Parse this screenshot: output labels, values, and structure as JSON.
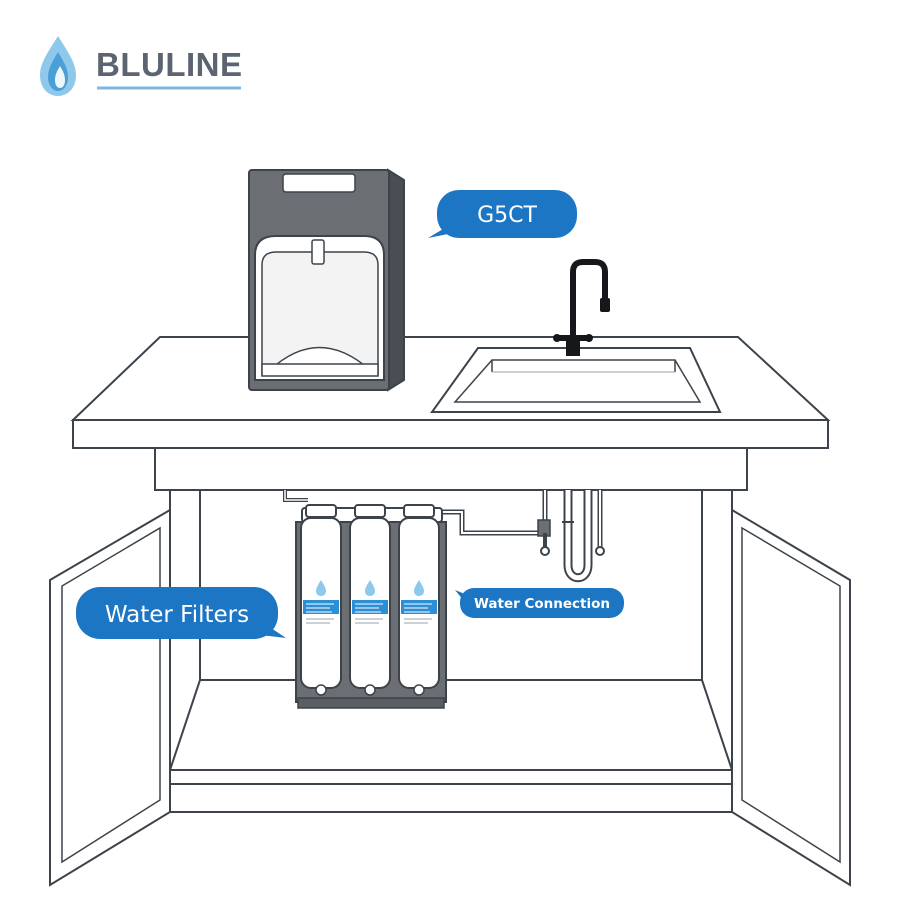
{
  "brand": {
    "name": "BLULINE",
    "icon": "water-drop-icon",
    "color": "#5b6470",
    "underline_color": "#7fb8df",
    "drop_colors": [
      "#8ec9ec",
      "#4a9fd6",
      "#2f7fc0"
    ]
  },
  "callouts": {
    "dispenser": "G5CT",
    "filters": "Water Filters",
    "connection": "Water Connection"
  },
  "colors": {
    "callout": "#1c76c4",
    "outline": "#3d434b",
    "dispenser_body": "#6b6e73",
    "dispenser_dark": "#4a4d52",
    "faucet": "#15171a",
    "filter_label": "#2c8fd6"
  }
}
